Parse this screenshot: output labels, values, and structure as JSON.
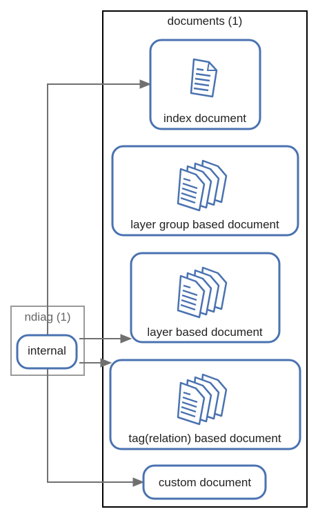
{
  "colors": {
    "node_border": "#4a72b0",
    "icon": "#4a72b0",
    "edge": "#707070",
    "documents_border": "#000000",
    "ndiag_border": "#999999",
    "ndiag_label": "#666666",
    "text": "#222222"
  },
  "clusters": {
    "documents": {
      "label": "documents (1)"
    },
    "ndiag": {
      "label": "ndiag (1)"
    }
  },
  "nodes": {
    "index": {
      "label": "index document",
      "icon": "single-document-icon"
    },
    "layer_group": {
      "label": "layer group based document",
      "icon": "stacked-documents-icon"
    },
    "layer": {
      "label": "layer based document",
      "icon": "stacked-documents-icon"
    },
    "tag": {
      "label": "tag(relation) based document",
      "icon": "stacked-documents-icon"
    },
    "custom": {
      "label": "custom document"
    },
    "internal": {
      "label": "internal"
    }
  },
  "edges": [
    {
      "from": "internal",
      "to": "index"
    },
    {
      "from": "internal",
      "to": "layer"
    },
    {
      "from": "internal",
      "to": "tag"
    },
    {
      "from": "internal",
      "to": "custom"
    }
  ]
}
